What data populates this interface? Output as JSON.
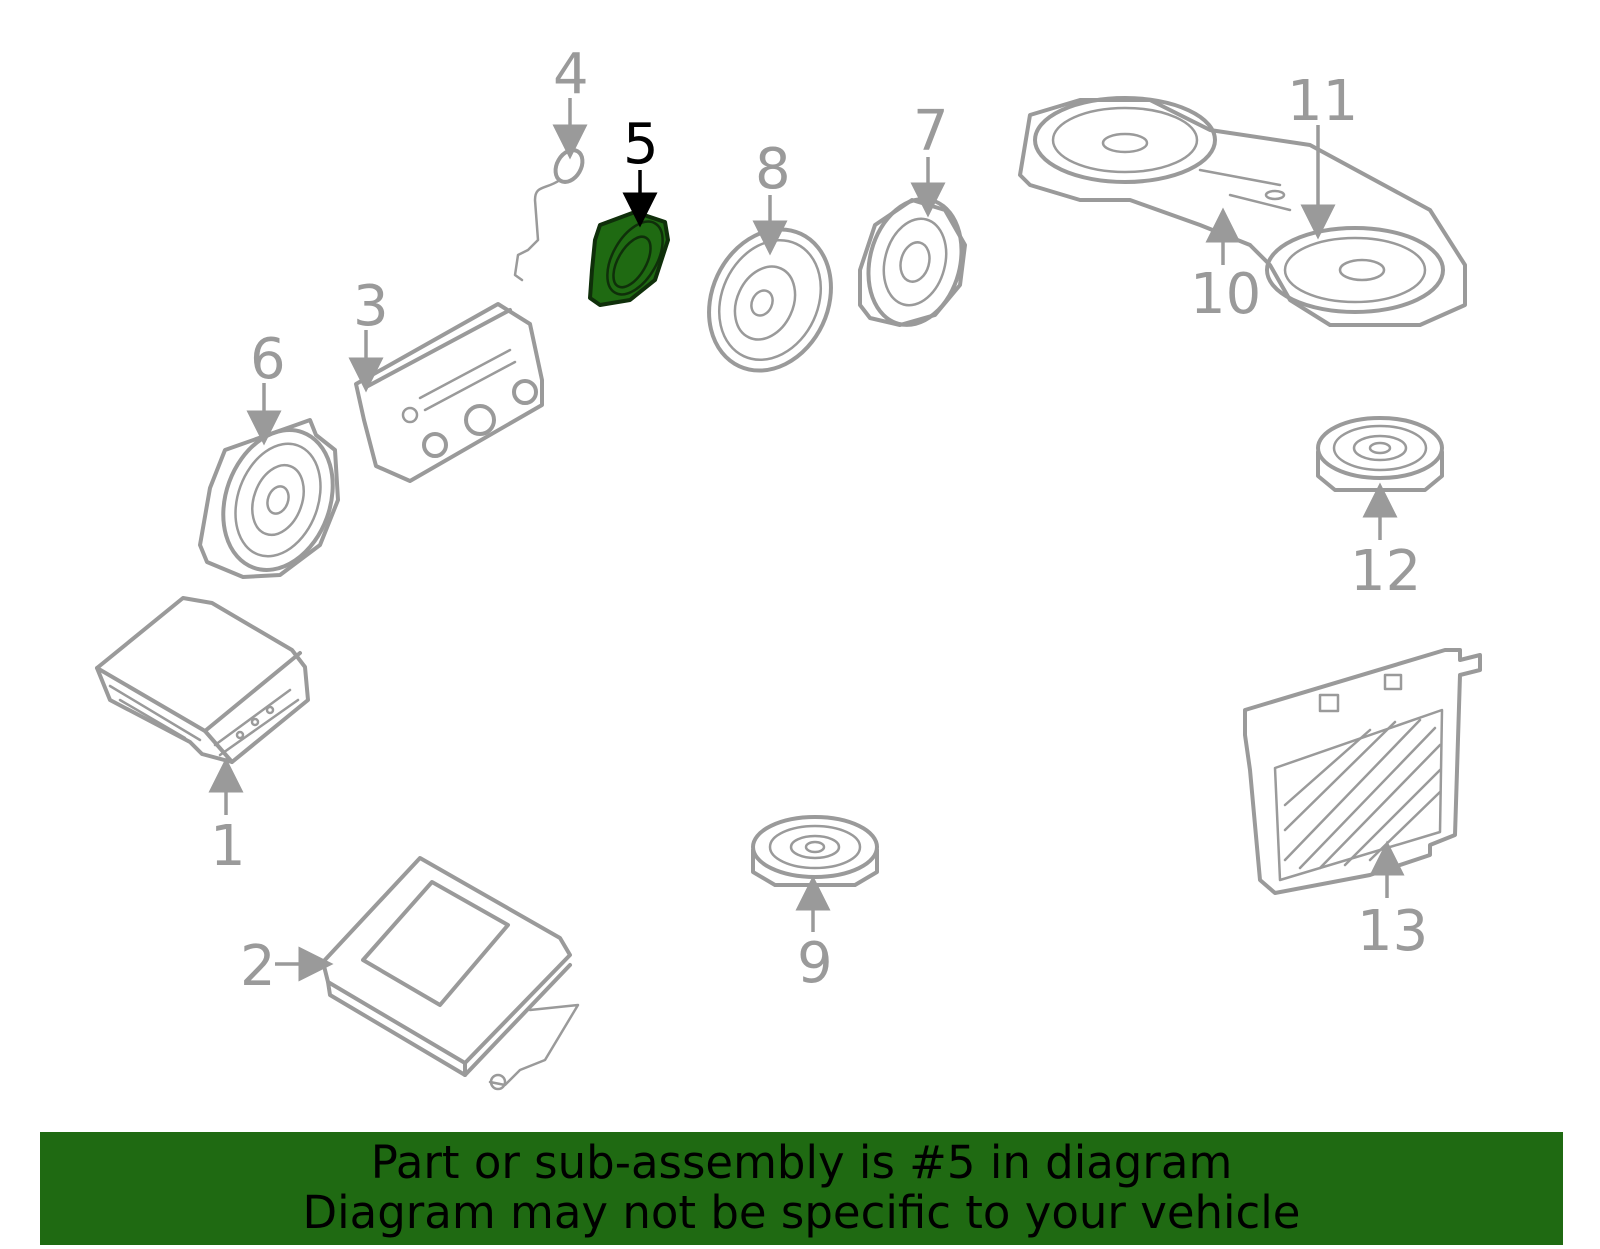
{
  "diagram": {
    "selected_part": "5",
    "callouts": [
      "1",
      "2",
      "3",
      "4",
      "5",
      "6",
      "7",
      "8",
      "9",
      "10",
      "11",
      "12",
      "13"
    ],
    "colors": {
      "part_outline": "#9a9a9a",
      "highlight_fill": "#1f6a12",
      "banner_background": "#1f6a12",
      "selected_label": "#000000"
    }
  },
  "banner": {
    "line1": "Part or sub-assembly is #5 in diagram",
    "line2": "Diagram may not be specific to your vehicle"
  }
}
